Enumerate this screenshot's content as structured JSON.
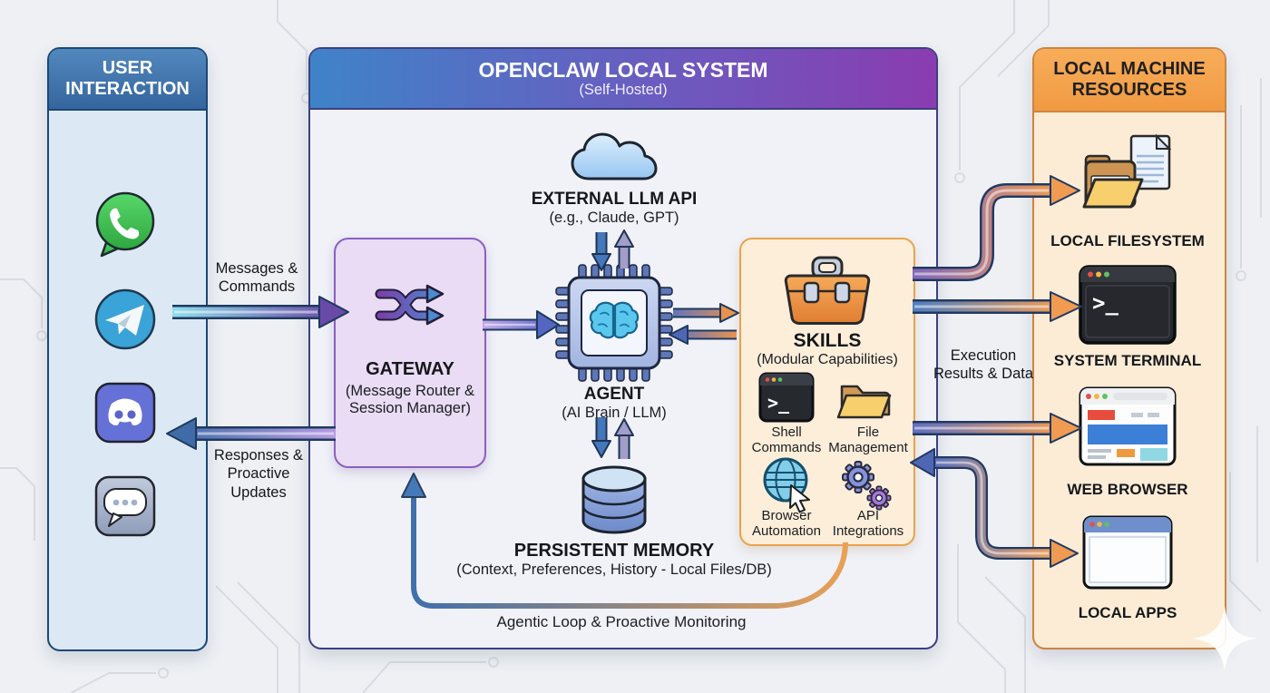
{
  "left": {
    "title": "USER INTERACTION",
    "channels": [
      {
        "icon": "whatsapp-icon"
      },
      {
        "icon": "telegram-icon"
      },
      {
        "icon": "discord-icon"
      },
      {
        "icon": "chat-bubble-icon"
      }
    ]
  },
  "center": {
    "title": "OPENCLAW LOCAL SYSTEM",
    "subtitle": "(Self-Hosted)",
    "llm": {
      "title": "EXTERNAL LLM API",
      "subtitle": "(e.g., Claude, GPT)",
      "icon": "cloud-icon"
    },
    "gateway": {
      "title": "GATEWAY",
      "subtitle": "(Message Router & Session Manager)",
      "icon": "shuffle-arrows-icon"
    },
    "agent": {
      "title": "AGENT",
      "subtitle": "(AI Brain / LLM)",
      "icon": "cpu-brain-icon"
    },
    "memory": {
      "title": "PERSISTENT MEMORY",
      "subtitle": "(Context, Preferences, History - Local Files/DB)",
      "icon": "database-icon"
    },
    "skills": {
      "title": "SKILLS",
      "subtitle": "(Modular Capabilities)",
      "icon": "toolbox-icon",
      "items": [
        {
          "label": "Shell Commands",
          "icon": "terminal-icon"
        },
        {
          "label": "File Management",
          "icon": "folder-icon"
        },
        {
          "label": "Browser Automation",
          "icon": "globe-cursor-icon"
        },
        {
          "label": "API Integrations",
          "icon": "gears-icon"
        }
      ]
    },
    "loop_label": "Agentic Loop & Proactive Monitoring"
  },
  "right": {
    "title": "LOCAL MACHINE RESOURCES",
    "resources": [
      {
        "label": "LOCAL FILESYSTEM",
        "icon": "filesystem-icon"
      },
      {
        "label": "SYSTEM TERMINAL",
        "icon": "system-terminal-icon"
      },
      {
        "label": "WEB BROWSER",
        "icon": "web-browser-icon"
      },
      {
        "label": "LOCAL APPS",
        "icon": "app-window-icon"
      }
    ]
  },
  "flows": {
    "messages": "Messages & Commands",
    "responses": "Responses & Proactive Updates",
    "execution": "Execution Results & Data"
  },
  "glyphs": {
    "terminal_prompt": ">_"
  },
  "colors": {
    "left_header": "#3d72ab",
    "center_header_from": "#3f83c8",
    "center_header_to": "#8a3cb0",
    "right_header": "#f5a74e",
    "gateway_fill": "#e9dcf4",
    "gateway_border": "#8a5fc2",
    "skills_fill": "#fdeeda",
    "skills_border": "#e9a24f",
    "arrow_orange": "#f09a52",
    "arrow_blue": "#4a7fc4",
    "arrow_purple": "#6a4aa8",
    "arrow_teal": "#7fdbea"
  }
}
